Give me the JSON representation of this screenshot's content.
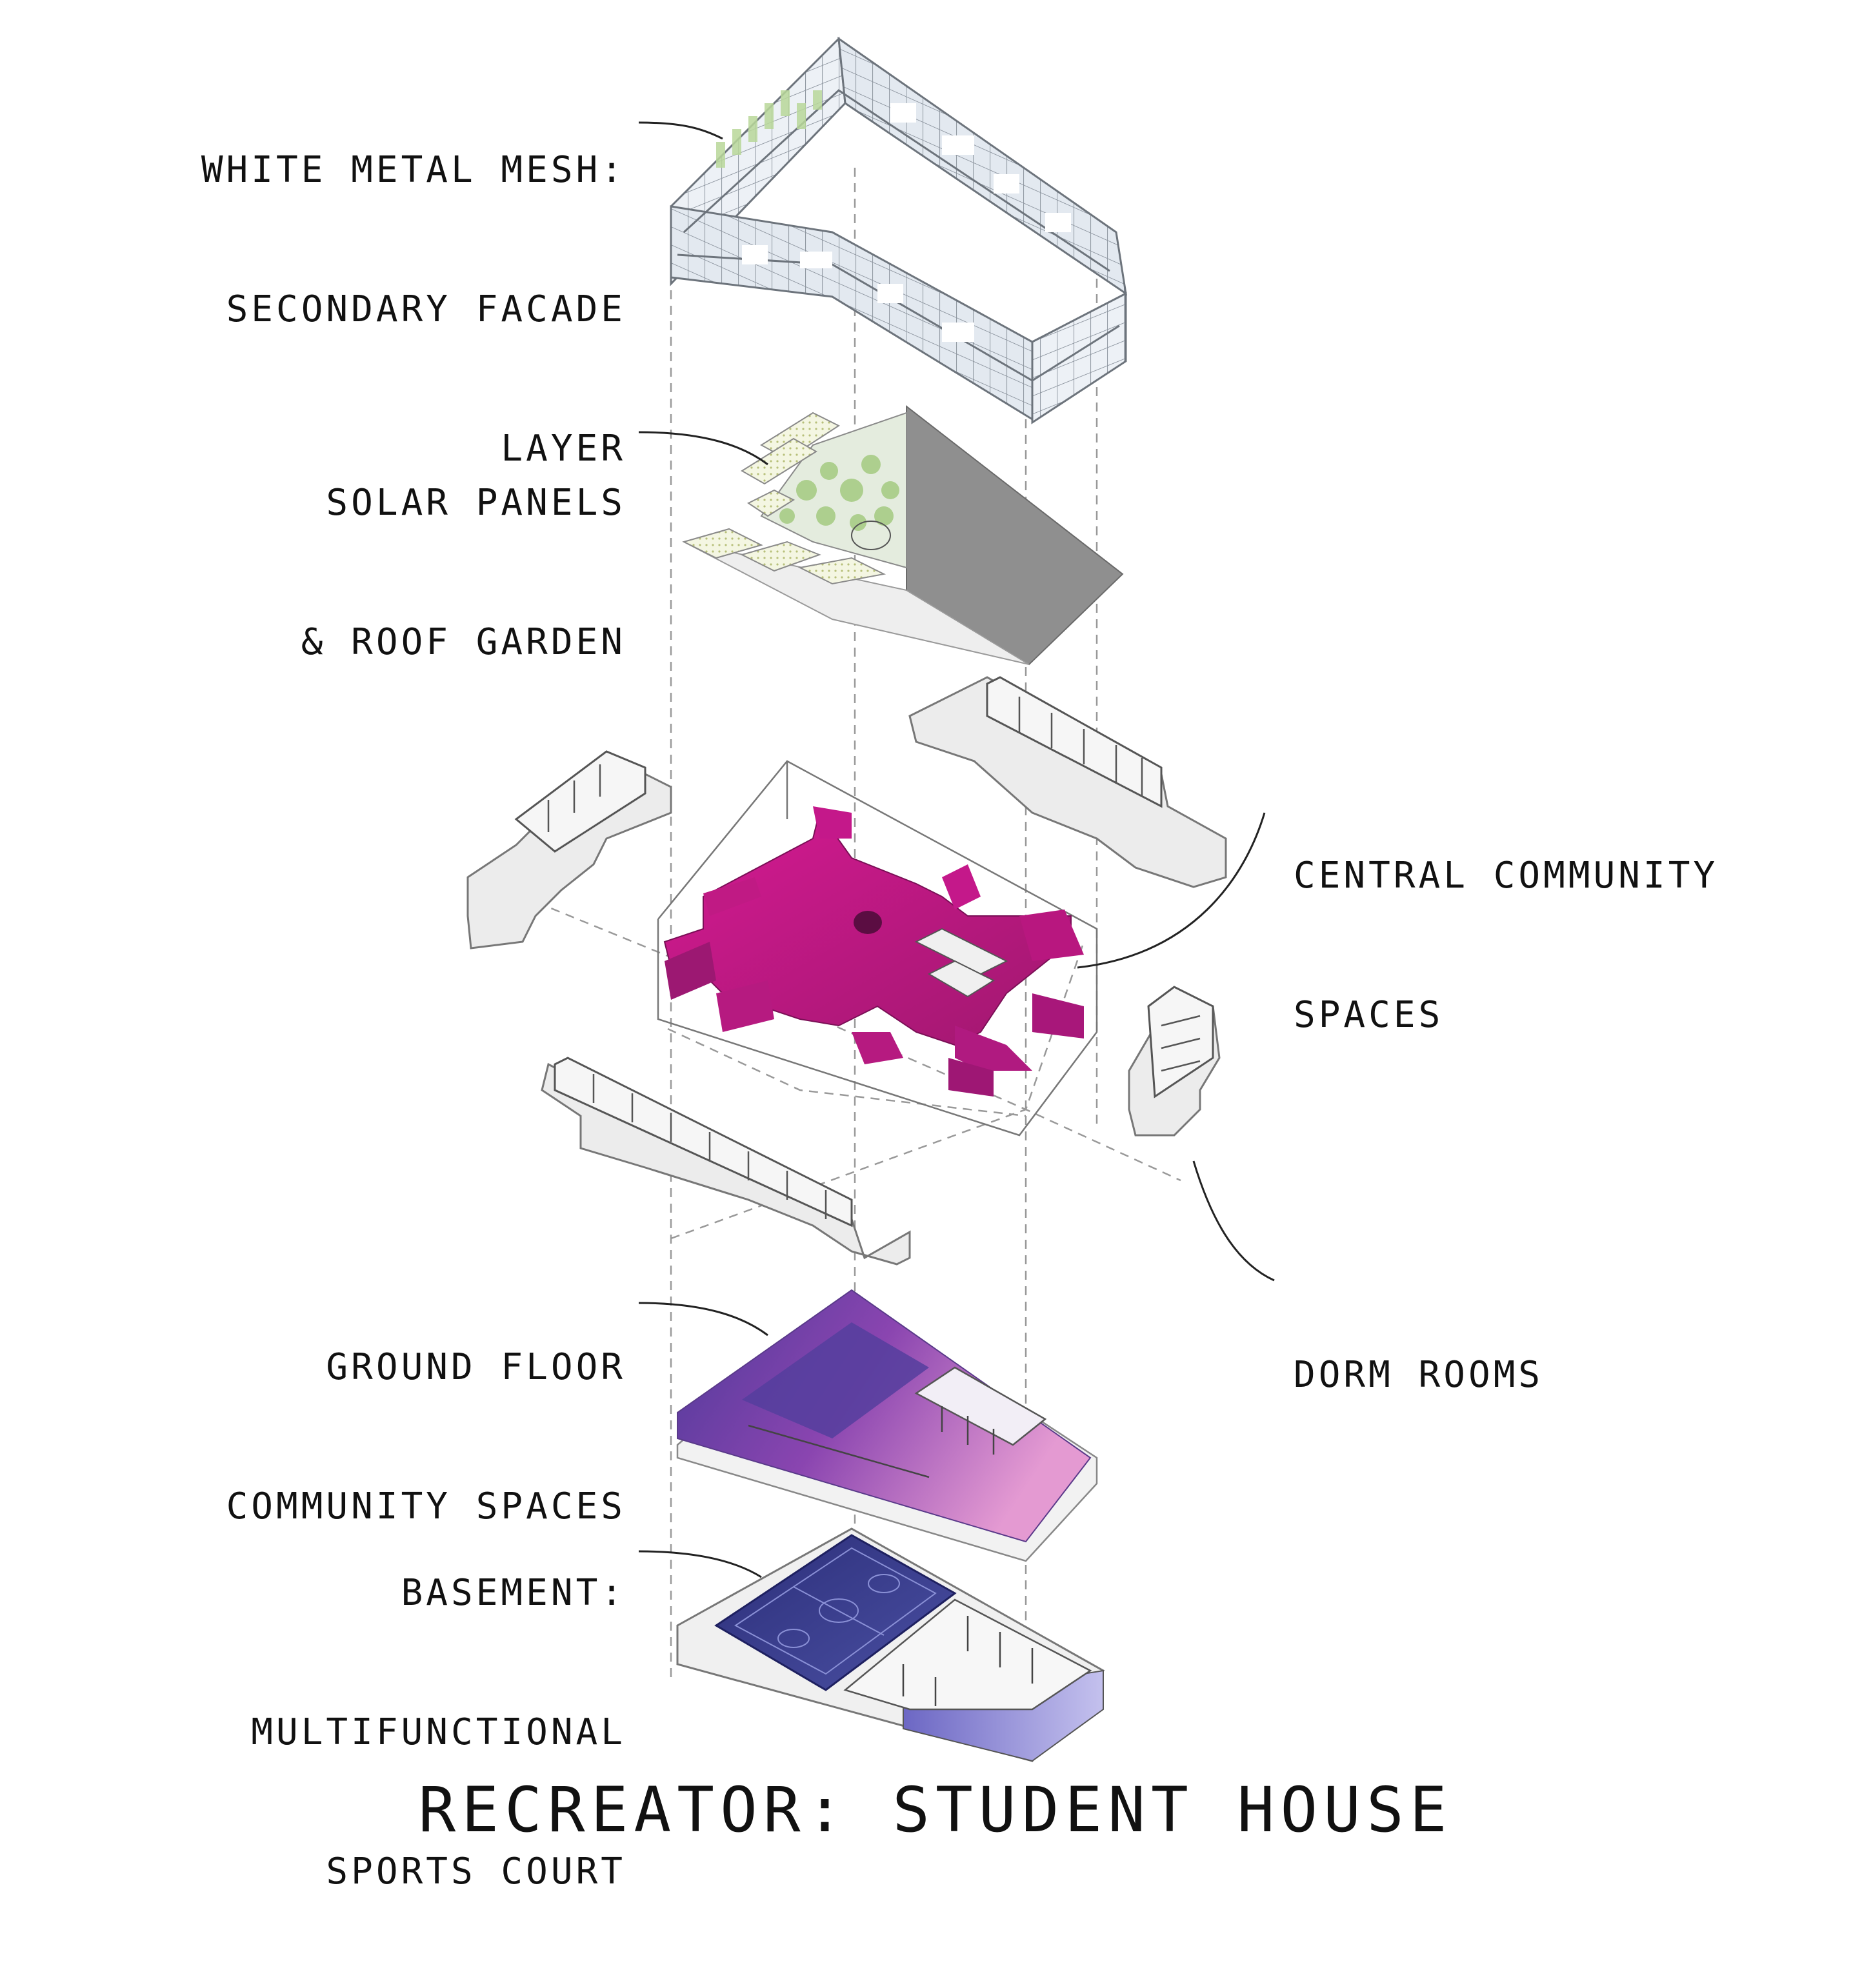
{
  "title": "RECREATOR: STUDENT HOUSE",
  "labels": {
    "mesh": [
      "WHITE METAL MESH:",
      "SECONDARY FACADE",
      "LAYER"
    ],
    "solar": [
      "SOLAR PANELS",
      "& ROOF GARDEN"
    ],
    "central": [
      "CENTRAL COMMUNITY",
      "SPACES"
    ],
    "dorm": [
      "DORM ROOMS"
    ],
    "ground": [
      "GROUND FLOOR",
      "COMMUNITY SPACES"
    ],
    "basement": [
      "BASEMENT:",
      "MULTIFUNCTIONAL",
      "SPORTS COURT"
    ]
  },
  "colors": {
    "mesh_fill": "#e8edf3",
    "line": "#8a8a8a",
    "roof_dark": "#8f8f8f",
    "garden_green": "#a8cc86",
    "dorm_fill": "#ececec",
    "community_magenta": "#c4188a",
    "community_deep": "#8f1670",
    "ground_purple": "#6a3aa0",
    "ground_pink": "#d77ac4",
    "court_blue": "#3a3e8c",
    "court_light": "#a9a6e0"
  }
}
